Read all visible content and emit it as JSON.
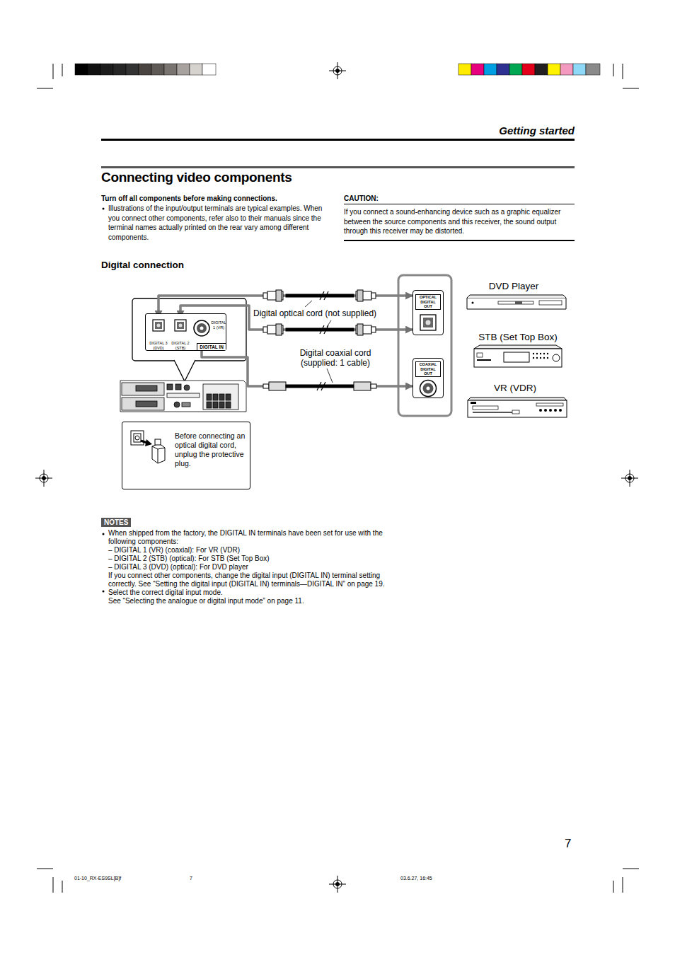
{
  "diagram": {
    "title": "Connecting video components",
    "nodes": [
      {
        "text": [
          "DIGITAL IN"
        ]
      },
      {
        "text": [
          "DIGITAL 3 (DVD)"
        ],
        "in": 0
      },
      {
        "text": [
          "DIGITAL 2 (STB)"
        ],
        "in": 0
      },
      {
        "text": [
          "DIGITAL 1 (VR)"
        ],
        "in": 0
      },
      {
        "text": [
          "OPTICAL DIGITAL OUT"
        ]
      },
      {
        "text": [
          "COAXIAL DIGITAL OUT"
        ]
      },
      {
        "text": [
          "DVD Player"
        ]
      },
      {
        "text": [
          "STB (Set Top Box)"
        ]
      },
      {
        "text": [
          "VR (VDR)"
        ]
      },
      {
        "text": [
          "Before connecting an optical digital cord, unplug the protective plug."
        ]
      },
      {
        "text": [
          "CAUTION:",
          "If you connect a sound-enhancing device such as a graphic equalizer between the source components and this receiver, the sound output through this receiver may be distorted."
        ]
      },
      {
        "text": [
          "NOTES"
        ]
      }
    ],
    "edges": [
      {
        "from": 4,
        "to": 1,
        "arrow": "both"
      },
      {
        "from": 4,
        "to": 2,
        "arrow": "both",
        "label": "Digital optical cord (not supplied)"
      },
      {
        "from": 5,
        "to": 3,
        "arrow": "both",
        "label": "Digital coaxial cord (supplied: 1 cable)"
      }
    ],
    "labels": [
      "Getting started",
      "Turn off all components before making connections.",
      "Illustrations of the input/output terminals are typical examples. When you connect other components, refer also to their manuals since the terminal names actually printed on the rear vary among different components.",
      "Digital connection",
      "When shipped from the factory, the DIGITAL IN terminals have been set for use with the following components:",
      "– DIGITAL 1 (VR) (coaxial): For VR (VDR)",
      "– DIGITAL 2 (STB) (optical): For STB (Set Top Box)",
      "– DIGITAL 3 (DVD) (optical): For DVD player",
      "If you connect other components, change the digital input (DIGITAL IN) terminal setting correctly. See “Setting the digital input (DIGITAL IN) terminals—DIGITAL IN” on page 19.",
      "Select the correct digital input mode.",
      "See “Selecting the analogue or digital input mode” on page 11.",
      "7",
      "01-10_RX-ES9SL[B]f",
      "7",
      "03.6.27, 16:45"
    ]
  }
}
